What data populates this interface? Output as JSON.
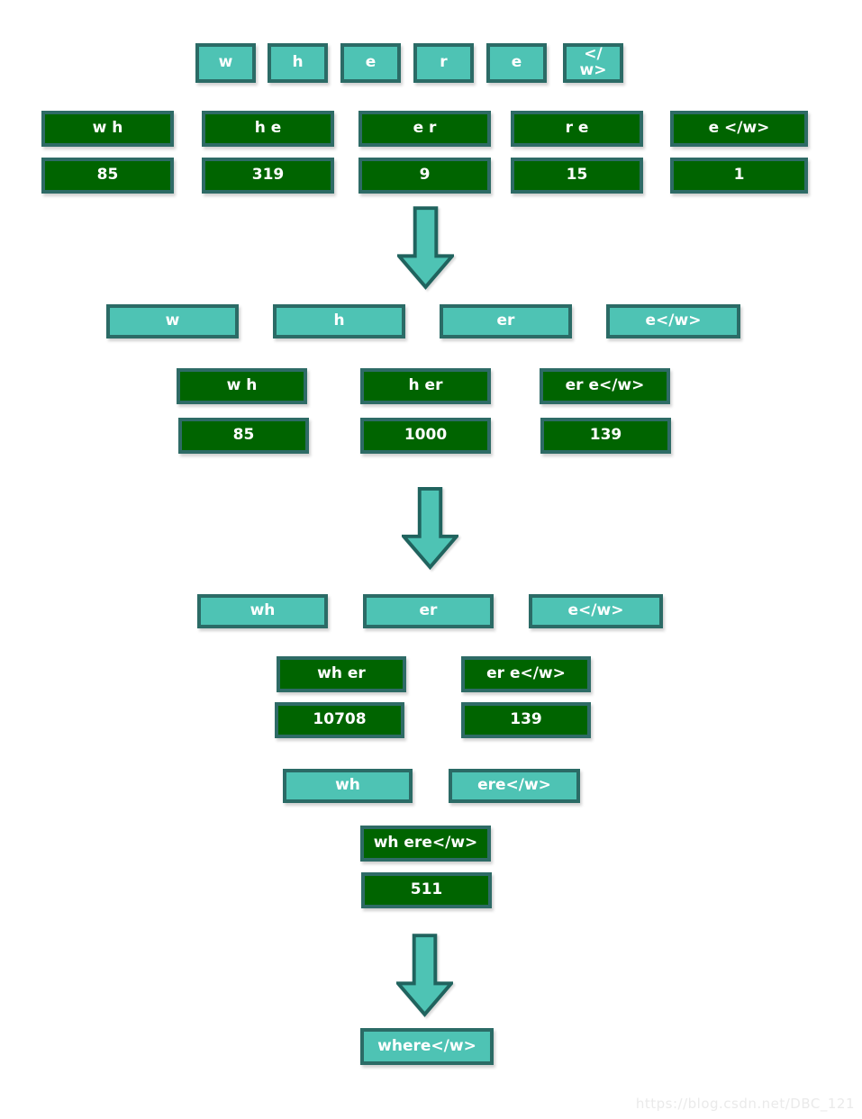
{
  "title": "BPE merge diagram for the word where",
  "colors": {
    "token_fill": "#4ec3b4",
    "token_border": "#2b6b66",
    "pair_fill": "#006400",
    "pair_border": "#2e6b66",
    "arrow_fill": "#4ec3b4",
    "arrow_border": "#20635e",
    "text": "#ffffff",
    "watermark": "#eaeaea"
  },
  "stage1": {
    "tokens": [
      "w",
      "h",
      "e",
      "r",
      "e",
      "</w>"
    ],
    "pairs": [
      "w h",
      "h e",
      "e r",
      "r e",
      "e </w>"
    ],
    "counts": [
      "85",
      "319",
      "9",
      "15",
      "1"
    ]
  },
  "stage2": {
    "tokens": [
      "w",
      "h",
      "er",
      "e</w>"
    ],
    "pairs": [
      "w h",
      "h er",
      "er e</w>"
    ],
    "counts": [
      "85",
      "1000",
      "139"
    ]
  },
  "stage3": {
    "tokens": [
      "wh",
      "er",
      "e</w>"
    ],
    "pairs": [
      "wh er",
      "er e</w>"
    ],
    "counts": [
      "10708",
      "139"
    ]
  },
  "stage4": {
    "tokens": [
      "wh",
      "ere</w>"
    ],
    "pairs": [
      "wh ere</w>"
    ],
    "counts": [
      "511"
    ]
  },
  "final": {
    "token": "where</w>"
  },
  "watermark": "https://blog.csdn.net/DBC_121"
}
